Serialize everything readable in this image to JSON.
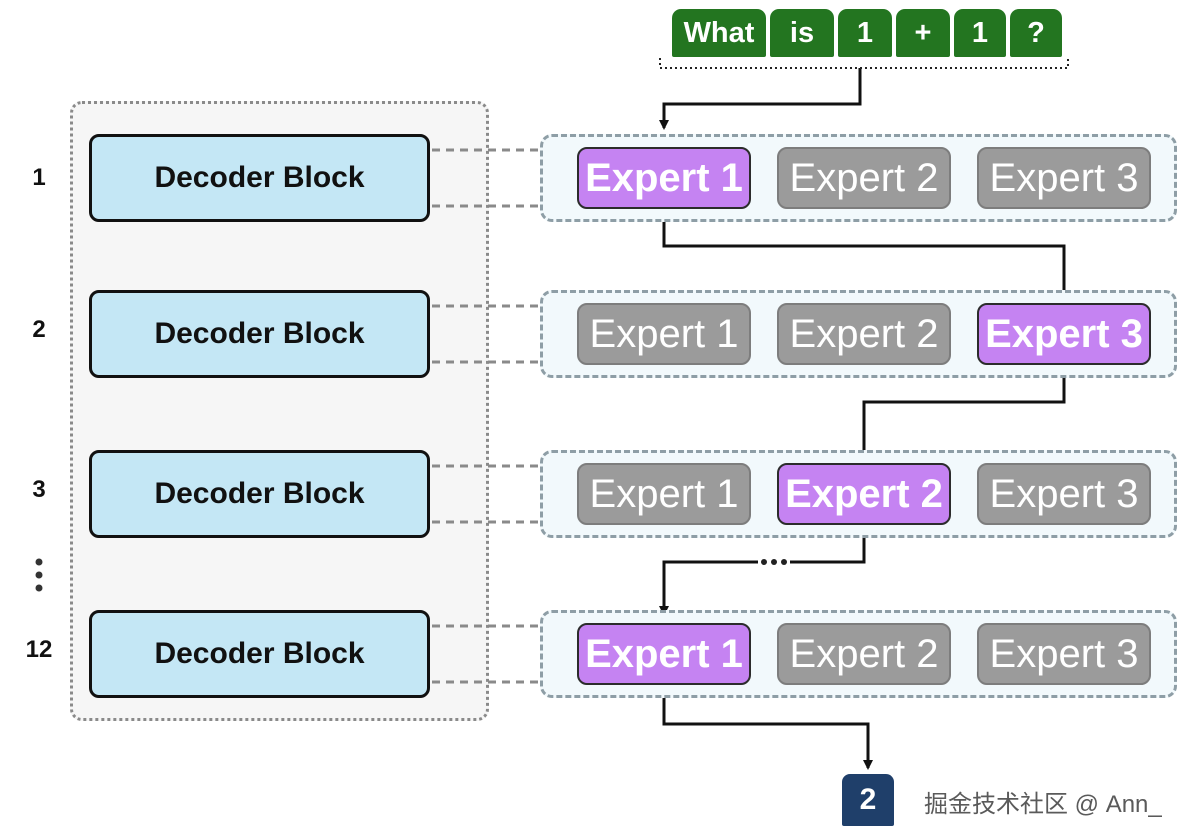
{
  "input_tokens": [
    "What",
    "is",
    "1",
    "+",
    "1",
    "?"
  ],
  "layers": [
    {
      "number": "1",
      "decoder_label": "Decoder Block",
      "experts": [
        "Expert 1",
        "Expert 2",
        "Expert 3"
      ],
      "active_expert": 0
    },
    {
      "number": "2",
      "decoder_label": "Decoder Block",
      "experts": [
        "Expert 1",
        "Expert 2",
        "Expert 3"
      ],
      "active_expert": 2
    },
    {
      "number": "3",
      "decoder_label": "Decoder Block",
      "experts": [
        "Expert 1",
        "Expert 2",
        "Expert 3"
      ],
      "active_expert": 1
    },
    {
      "number": "12",
      "decoder_label": "Decoder Block",
      "experts": [
        "Expert 1",
        "Expert 2",
        "Expert 3"
      ],
      "active_expert": 0
    }
  ],
  "output_token": "2",
  "watermark": "掘金技术社区 @ Ann_",
  "colors": {
    "token_bg": "#237520",
    "decoder_bg": "#c4e7f5",
    "expert_active": "#c583f2",
    "expert_inactive": "#9b9b9b",
    "output_bg": "#1f3f6a"
  }
}
